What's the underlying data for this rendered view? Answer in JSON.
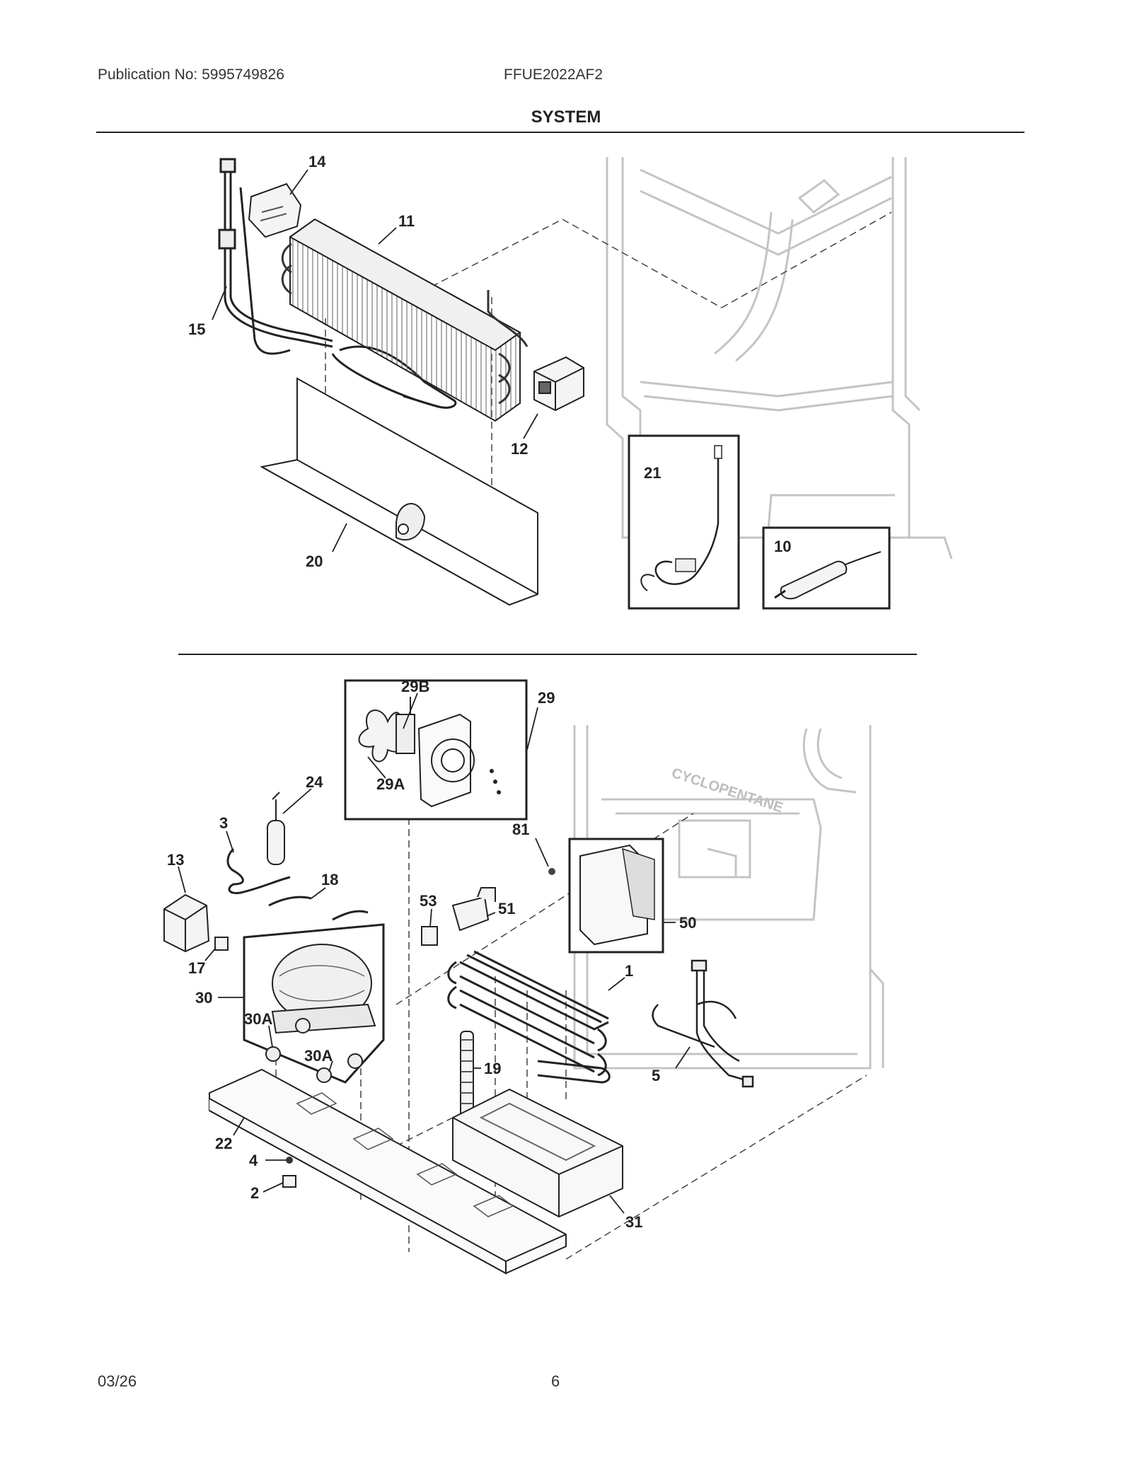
{
  "header": {
    "publication": "Publication No: 5995749826",
    "model": "FFUE2022AF2",
    "section_title": "SYSTEM"
  },
  "footer": {
    "date": "03/26",
    "page": "6"
  },
  "upper_section": {
    "callouts": [
      "14",
      "11",
      "15",
      "12",
      "20",
      "21",
      "10"
    ]
  },
  "lower_section": {
    "callouts": [
      "29B",
      "29",
      "29A",
      "24",
      "3",
      "13",
      "18",
      "81",
      "53",
      "51",
      "50",
      "17",
      "30",
      "1",
      "30A",
      "30A",
      "19",
      "5",
      "22",
      "4",
      "2",
      "31"
    ],
    "cabinet_stamp": "CYCLOPENTANE"
  }
}
